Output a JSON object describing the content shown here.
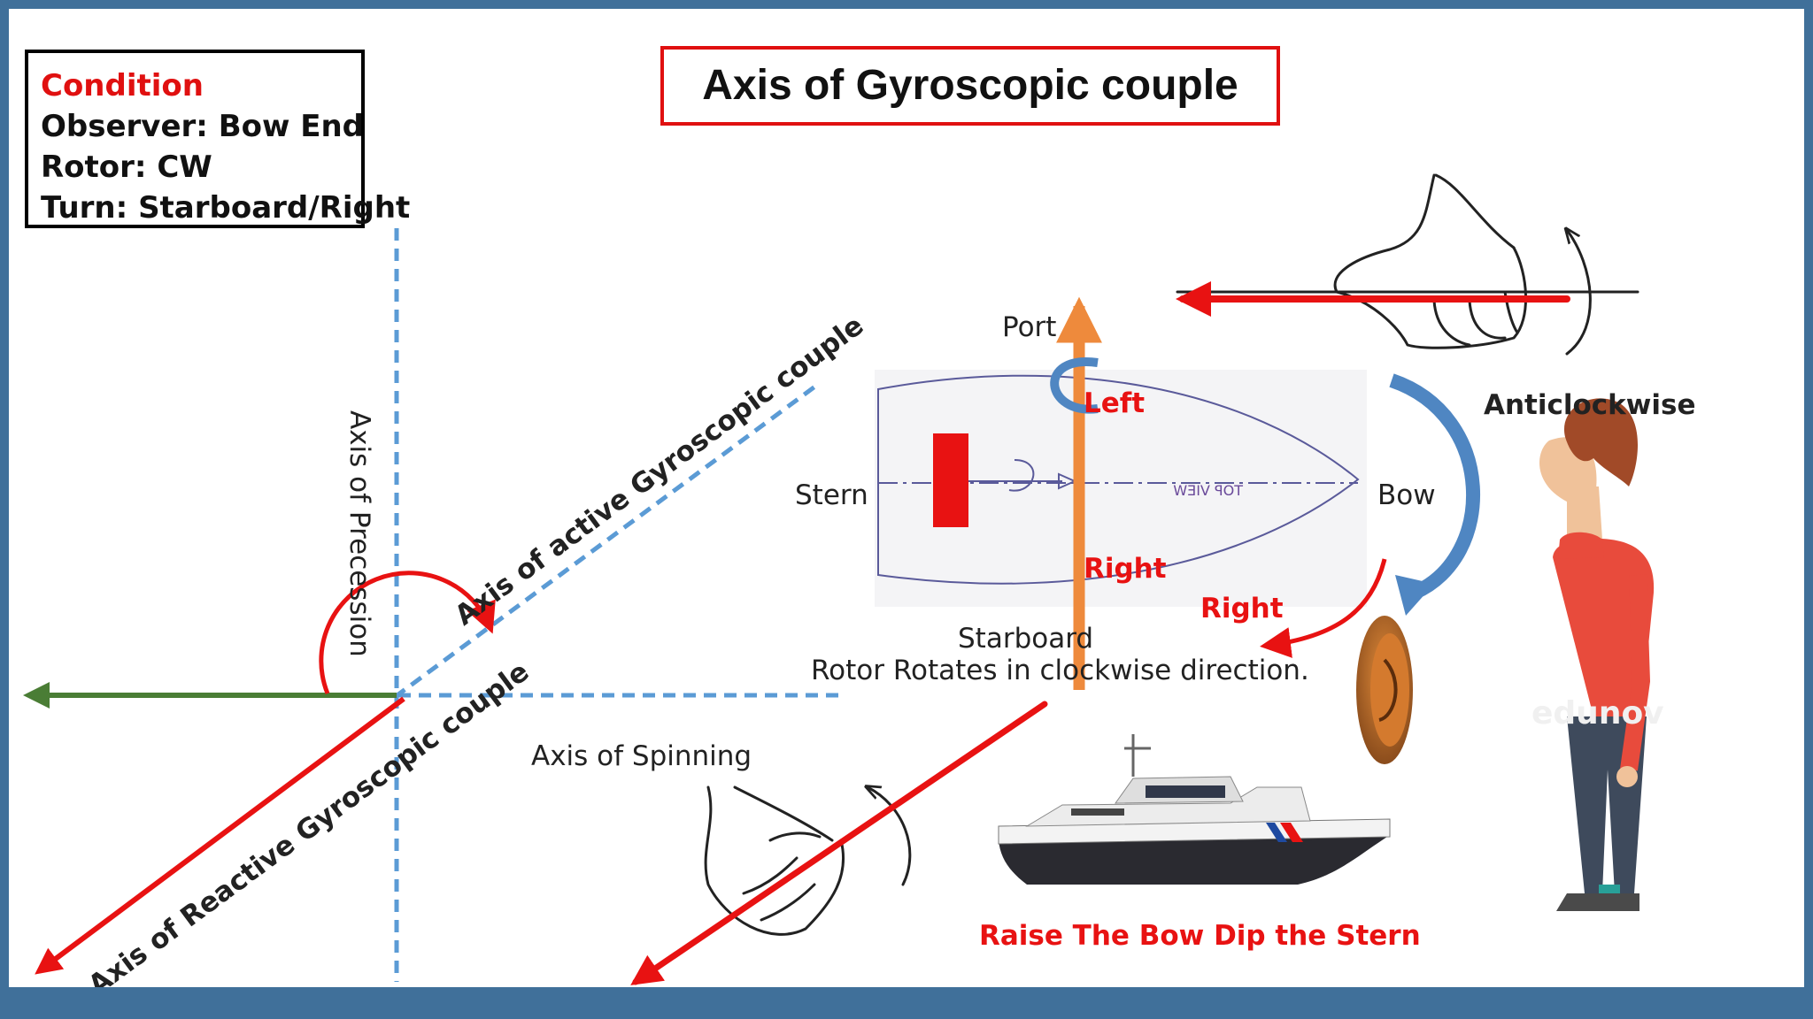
{
  "title": "Axis of Gyroscopic couple",
  "condition": {
    "heading": "Condition",
    "lines": [
      "Observer: Bow End",
      "Rotor: CW",
      "Turn: Starboard/Right"
    ]
  },
  "labels": {
    "axis_precession": "Axis of Precession",
    "axis_active": "Axis of active Gyroscopic couple",
    "axis_reactive": "Axis of Reactive Gyroscopic couple",
    "axis_spinning": "Axis of Spinning",
    "port": "Port",
    "starboard": "Starboard",
    "stern": "Stern",
    "bow": "Bow",
    "left": "Left",
    "right_red": "Right",
    "right_red_2": "Right",
    "top_view": "TOP VIEW",
    "rotor_note": "Rotor Rotates in clockwise direction.",
    "anticlockwise": "Anticlockwise",
    "raise_bow": "Raise The Bow Dip the Stern",
    "watermark": "edunov"
  },
  "colors": {
    "red": "#e81212",
    "dashed_blue": "#5b9bd5",
    "green": "#4a7d35",
    "orange": "#ee8a3c",
    "curve_blue": "#4f86c2",
    "frame": "#40709a"
  },
  "icons": [
    "right-hand-rule-icon",
    "observer-person-icon",
    "boat-icon",
    "rotor-disc-icon"
  ]
}
